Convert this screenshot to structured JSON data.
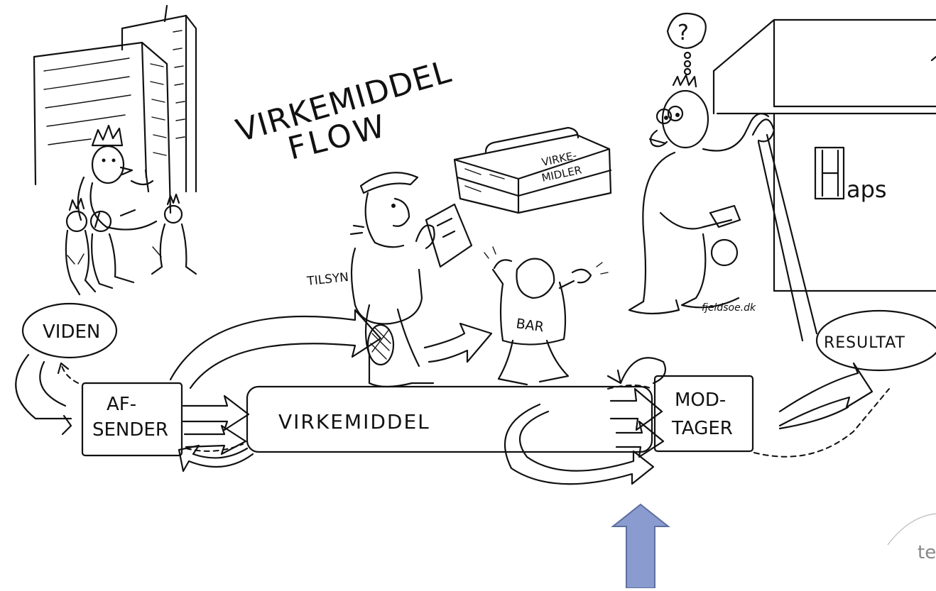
{
  "title": {
    "line1": "VIRKEMIDDEL",
    "line2": "FLOW"
  },
  "nodes": {
    "viden": "VIDEN",
    "afsender_line1": "AF-",
    "afsender_line2": "SENDER",
    "virkemiddel": "VIRKEMIDDEL",
    "modtager_line1": "MOD-",
    "modtager_line2": "TAGER",
    "resultat": "RESULTAT"
  },
  "figures": {
    "tilsyn": "TILSYN",
    "bar": "BAR",
    "toolbox_line1": "VIRKE-",
    "toolbox_line2": "MIDLER",
    "question": "?"
  },
  "building_sign": {
    "letter": "H",
    "rest": "aps"
  },
  "signature": "fjeldsoe.dk",
  "corner_partial": "te",
  "arrow": {
    "color": "#8a9bd0",
    "stroke": "#5e6f9e"
  }
}
